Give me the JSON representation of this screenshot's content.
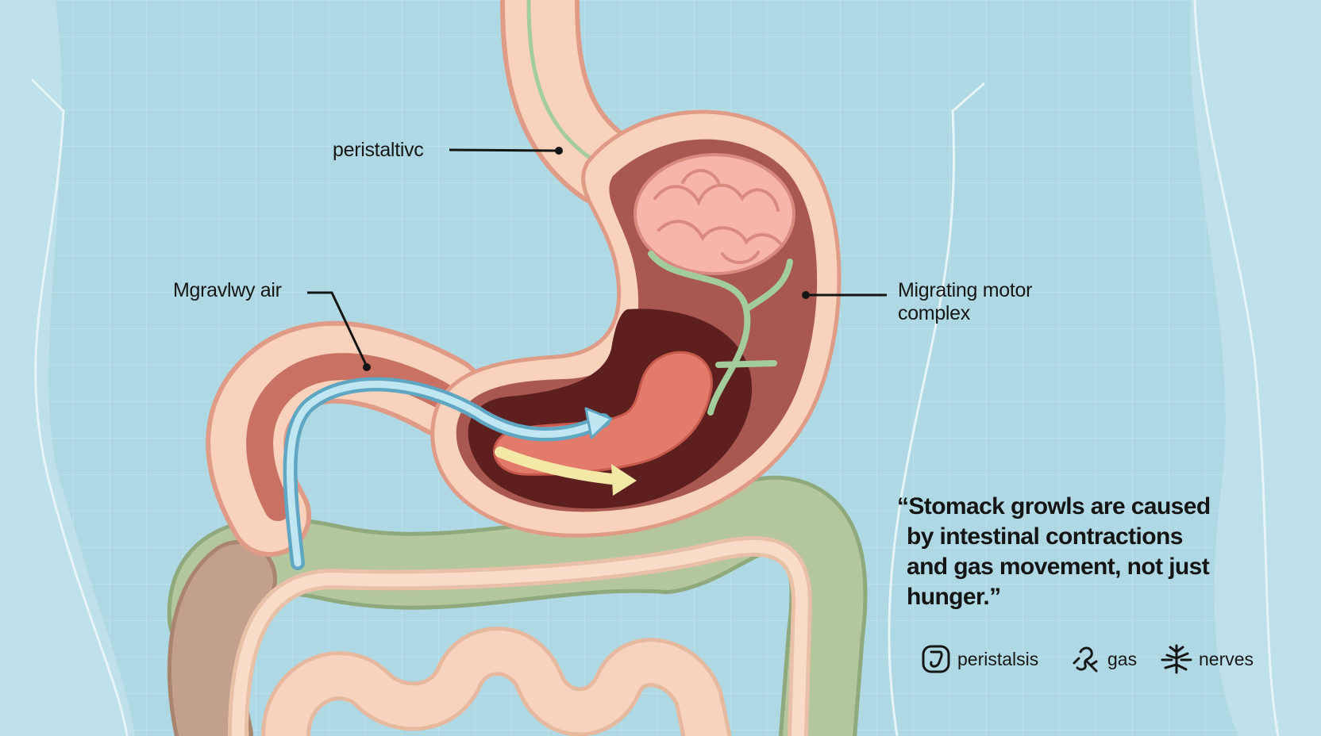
{
  "labels": {
    "peristaltic": "peristaltivc",
    "air": "Mgravlwy air",
    "mmc": "Migrating motor complex"
  },
  "quote": {
    "line1": "“Stomack growls are caused",
    "line2": "by intestinal contractions",
    "line3": "and gas movement, not just",
    "line4": "hunger.”"
  },
  "legend": [
    {
      "icon": "stomach-icon",
      "label": "peristalsis"
    },
    {
      "icon": "gas-bubbles-icon",
      "label": "gas"
    },
    {
      "icon": "nerves-icon",
      "label": "nerves"
    }
  ],
  "colors": {
    "background": "#aed8e3",
    "body_panel": "#c4e4ec",
    "stomach_wall": "#f7c9b0",
    "stomach_inner": "#a9584f",
    "stomach_cavity": "#5e201f",
    "brain": "#f7b4a8",
    "intestine_green": "#b3c69c",
    "intestine_tan": "#c2a08c",
    "nerve_green": "#a3cc9b",
    "air_blue": "#8ccbe0",
    "arrow_yellow": "#f4e8a6"
  }
}
